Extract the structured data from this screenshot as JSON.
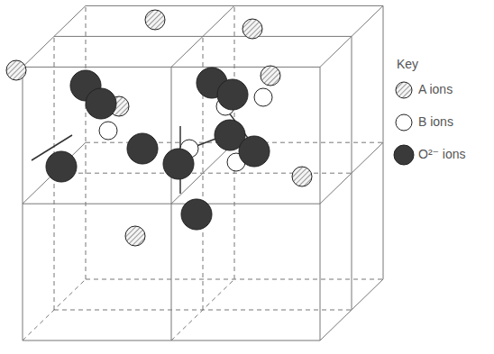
{
  "diagram": {
    "labels": [
      "Key"
    ],
    "legend": [
      {
        "text": "A ions"
      },
      {
        "text": "B ions"
      },
      {
        "text": "O²⁻ ions"
      }
    ]
  }
}
